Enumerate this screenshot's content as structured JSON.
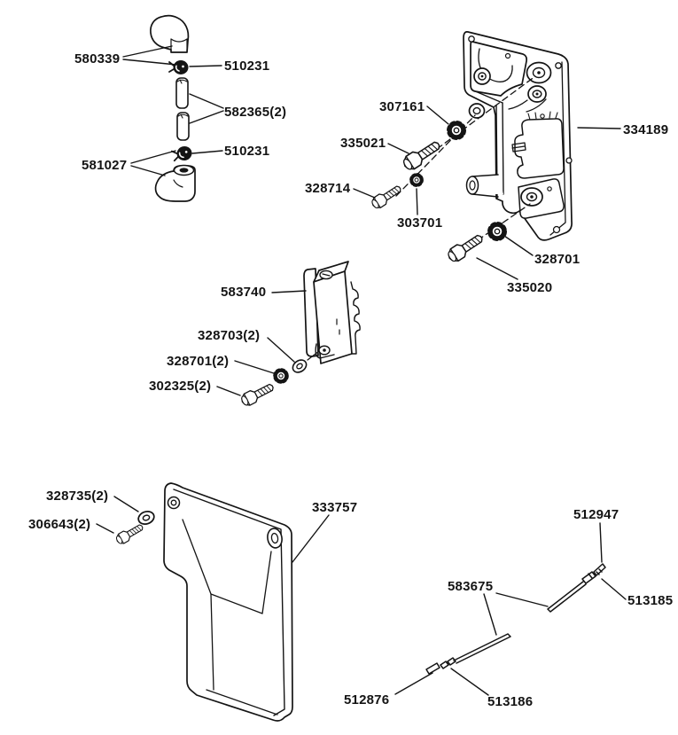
{
  "figure": {
    "type": "exploded-parts-diagram",
    "background": "#ffffff",
    "line_color": "#141414",
    "callouts": [
      {
        "id": "580339",
        "text": "580339"
      },
      {
        "id": "510231-top",
        "text": "510231"
      },
      {
        "id": "582365",
        "text": "582365(2)"
      },
      {
        "id": "510231-bottom",
        "text": "510231"
      },
      {
        "id": "581027",
        "text": "581027"
      },
      {
        "id": "307161",
        "text": "307161"
      },
      {
        "id": "335021",
        "text": "335021"
      },
      {
        "id": "328714",
        "text": "328714"
      },
      {
        "id": "303701",
        "text": "303701"
      },
      {
        "id": "334189",
        "text": "334189"
      },
      {
        "id": "328701",
        "text": "328701"
      },
      {
        "id": "335020",
        "text": "335020"
      },
      {
        "id": "583740",
        "text": "583740"
      },
      {
        "id": "328703",
        "text": "328703(2)"
      },
      {
        "id": "328701-2",
        "text": "328701(2)"
      },
      {
        "id": "302325",
        "text": "302325(2)"
      },
      {
        "id": "328735",
        "text": "328735(2)"
      },
      {
        "id": "306643",
        "text": "306643(2)"
      },
      {
        "id": "333757",
        "text": "333757"
      },
      {
        "id": "512947",
        "text": "512947"
      },
      {
        "id": "583675",
        "text": "583675"
      },
      {
        "id": "513185",
        "text": "513185"
      },
      {
        "id": "512876",
        "text": "512876"
      },
      {
        "id": "513186",
        "text": "513186"
      }
    ]
  }
}
